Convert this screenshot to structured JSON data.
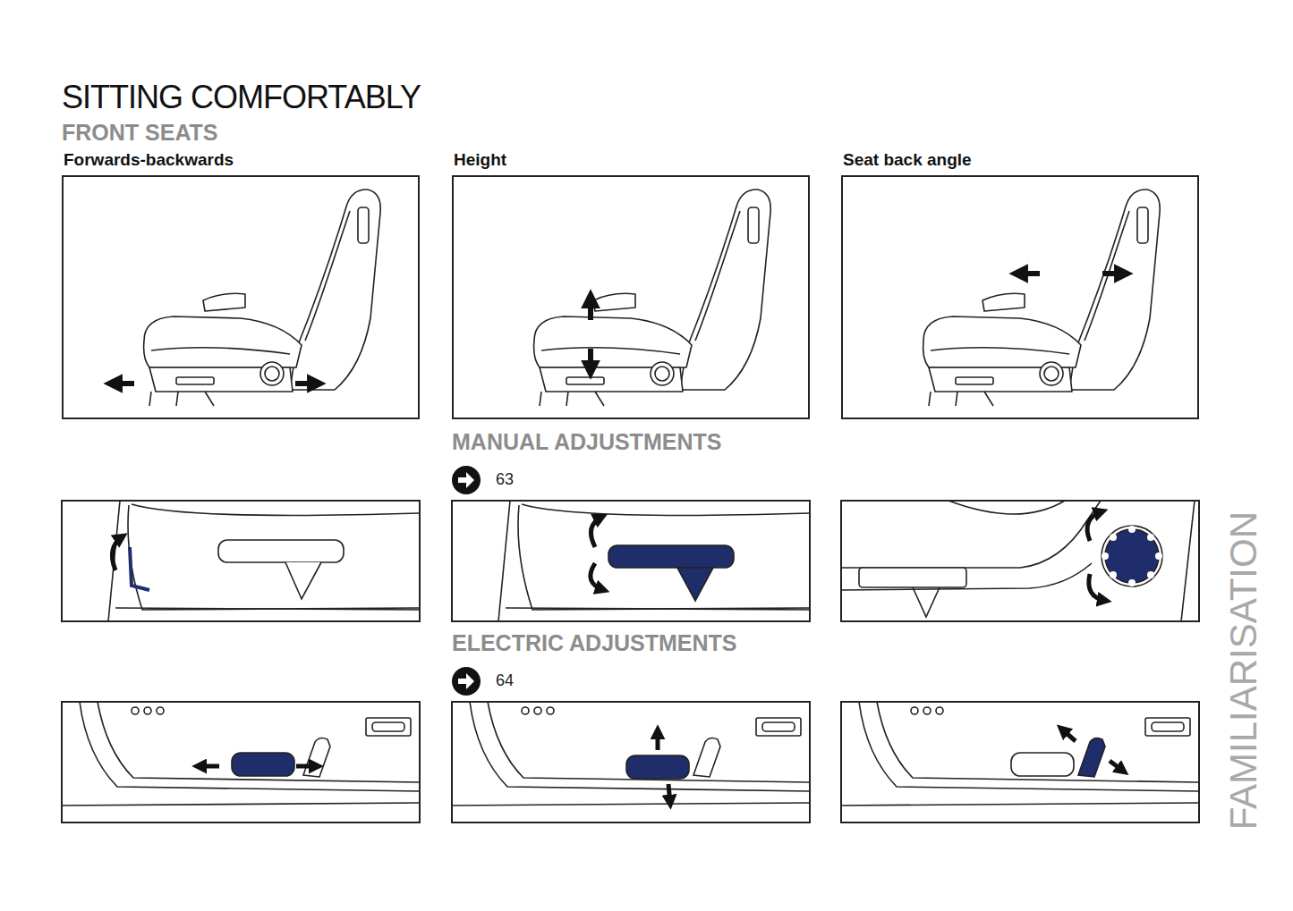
{
  "diagram": {
    "title": "SITTING COMFORTABLY",
    "nodes": [
      {
        "text": [
          "Forwards-backwards"
        ]
      },
      {
        "text": [
          "Height"
        ]
      },
      {
        "text": [
          "Seat back angle"
        ]
      }
    ],
    "labels": [
      "FRONT SEATS",
      "MANUAL ADJUSTMENTS",
      "63",
      "ELECTRIC ADJUSTMENTS",
      "64",
      "FAMILIARISATION"
    ]
  }
}
